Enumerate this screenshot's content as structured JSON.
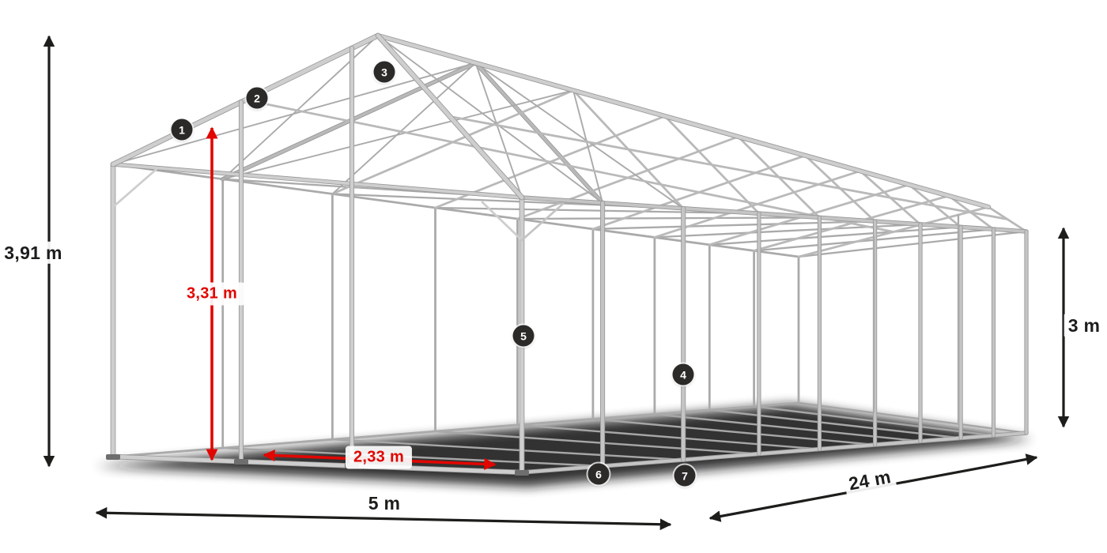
{
  "dims": {
    "total_height": "3,91 m",
    "clear_height": "3,31 m",
    "bay_spacing": "2,33 m",
    "width": "5 m",
    "length": "24 m",
    "side_height": "3 m"
  },
  "markers": [
    {
      "label": "1"
    },
    {
      "label": "2"
    },
    {
      "label": "3"
    },
    {
      "label": "4"
    },
    {
      "label": "5"
    },
    {
      "label": "6"
    },
    {
      "label": "7"
    }
  ],
  "colors": {
    "dimension_black": "#1d1d1b",
    "dimension_red": "#e10600",
    "badge_bg": "#2b2a29",
    "badge_text": "#ffffff",
    "frame_steel": "#c6c6c6",
    "background": "#ffffff"
  }
}
